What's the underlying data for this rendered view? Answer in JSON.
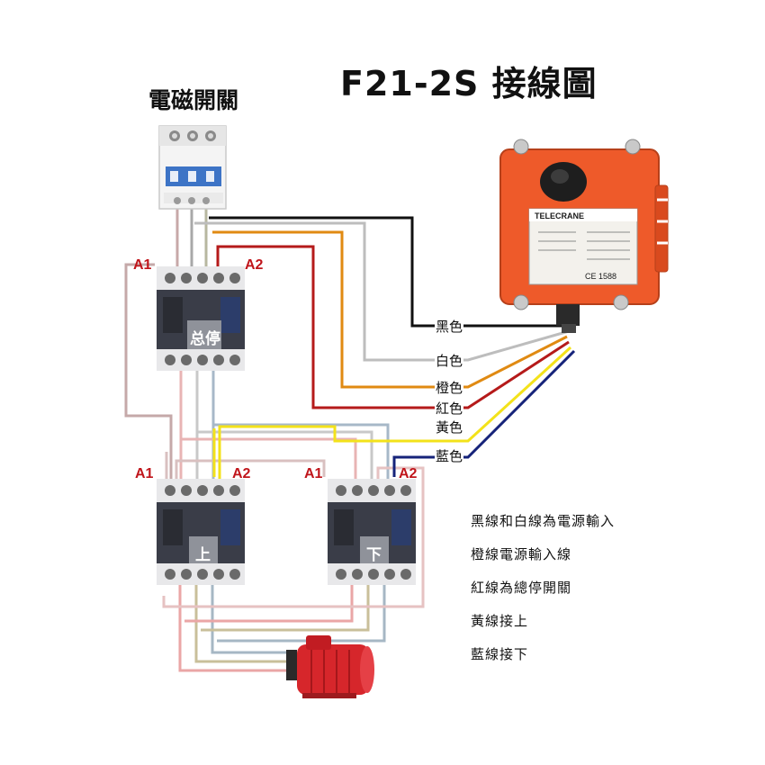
{
  "title": "F21-2S 接線圖",
  "breaker": {
    "title": "電磁開關"
  },
  "contactors": {
    "stop": {
      "plate": "总停",
      "a1": "A1",
      "a2": "A2"
    },
    "up": {
      "plate": "上",
      "a1": "A1",
      "a2": "A2"
    },
    "down": {
      "plate": "下",
      "a1": "A1",
      "a2": "A2"
    }
  },
  "receiver": {
    "brand": "TELECRANE",
    "cert": "CE 1588"
  },
  "wires": {
    "black": {
      "label": "黑色",
      "color": "#111111"
    },
    "white": {
      "label": "白色",
      "color": "#b4b4b4"
    },
    "orange": {
      "label": "橙色",
      "color": "#e08a12"
    },
    "red": {
      "label": "紅色",
      "color": "#b51a1a"
    },
    "yellow": {
      "label": "黃色",
      "color": "#f3e21a"
    },
    "blue": {
      "label": "藍色",
      "color": "#16237a"
    }
  },
  "notes": [
    "黑線和白線為電源輸入",
    "橙線電源輸入線",
    "紅線為總停開關",
    "黃線接上",
    "藍線接下"
  ],
  "colors": {
    "contactor_body": "#3a3d48",
    "receiver_body": "#ee5a2a",
    "motor": "#d6262b",
    "label_red": "#c0151b"
  }
}
